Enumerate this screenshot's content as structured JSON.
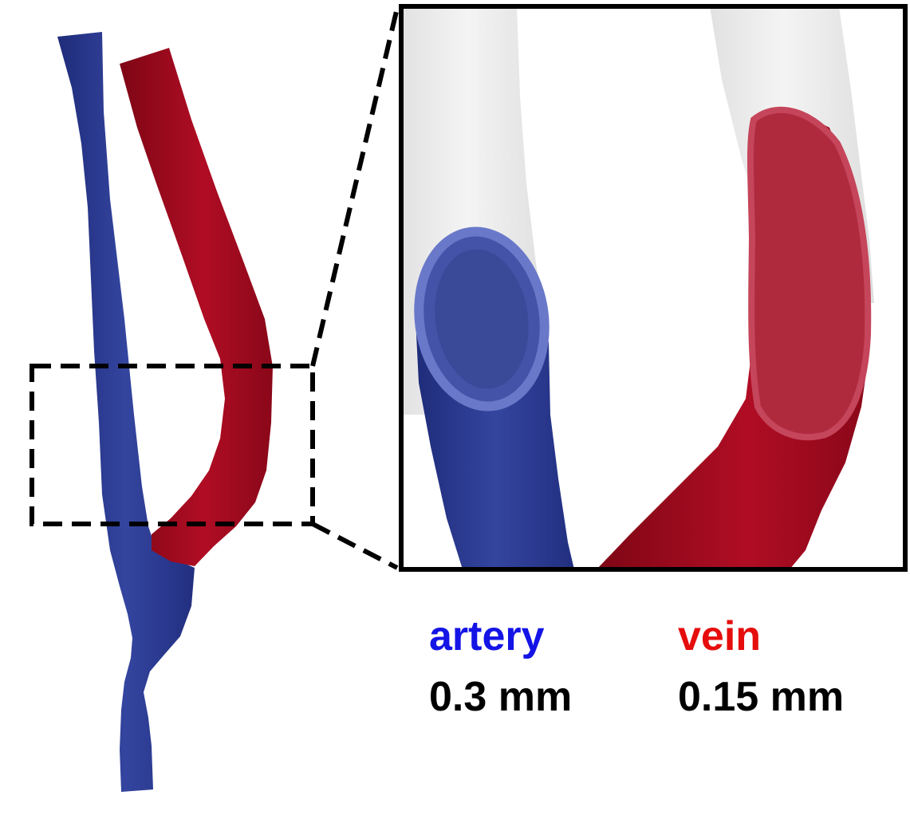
{
  "colors": {
    "artery": "#2a3a94",
    "vein": "#a3091f",
    "artery_label": "#1414e6",
    "vein_label": "#e60d0d",
    "background": "#ffffff",
    "outline": "#000000"
  },
  "labels": {
    "artery": "artery",
    "vein": "vein",
    "artery_thickness": "0.3 mm",
    "vein_thickness": "0.15 mm"
  }
}
